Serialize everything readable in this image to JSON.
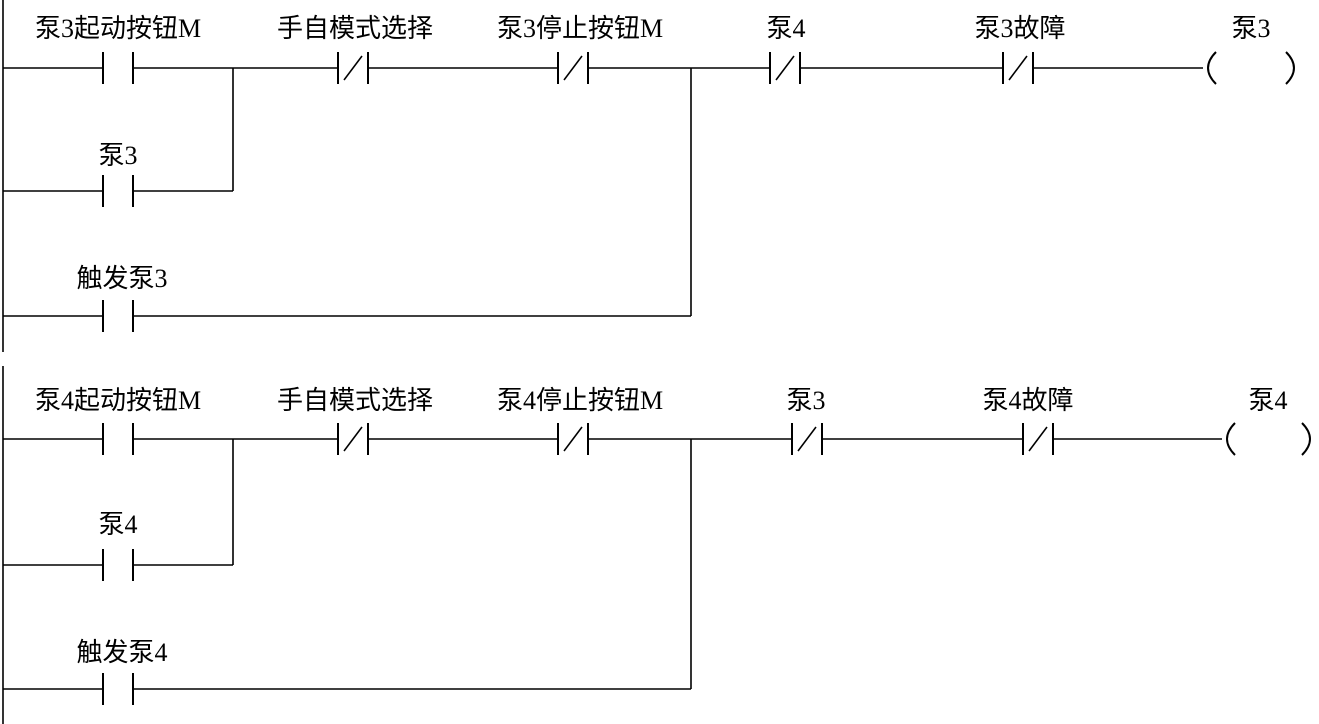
{
  "rungs": [
    {
      "id": "pump3",
      "labels": {
        "start_button": "泵3起动按钮M",
        "manual_auto_select": "手自模式选择",
        "stop_button": "泵3停止按钮M",
        "interlock_pump": "泵4",
        "fault": "泵3故障",
        "coil": "泵3",
        "seal_in": "泵3",
        "trigger": "触发泵3"
      }
    },
    {
      "id": "pump4",
      "labels": {
        "start_button": "泵4起动按钮M",
        "manual_auto_select": "手自模式选择",
        "stop_button": "泵4停止按钮M",
        "interlock_pump": "泵3",
        "fault": "泵4故障",
        "coil": "泵4",
        "seal_in": "泵4",
        "trigger": "触发泵4"
      }
    }
  ]
}
